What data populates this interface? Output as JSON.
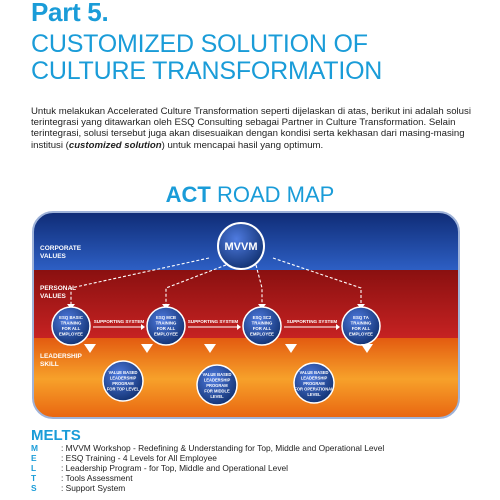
{
  "header": {
    "part": "Part 5.",
    "line1": "CUSTOMIZED SOLUTION OF",
    "line2": "CULTURE TRANSFORMATION"
  },
  "intro": {
    "text_before": "Untuk melakukan Accelerated Culture Transformation seperti dijelaskan di atas, berikut ini adalah solusi terintegrasi yang ditawarkan oleh ESQ Consulting sebagai Partner in Culture Transformation. Selain terintegrasi, solusi tersebut juga akan disesuaikan dengan kondisi serta kekhasan dari masing-masing institusi (",
    "emphasis": "customized solution",
    "text_after": ") untuk mencapai hasil yang optimum."
  },
  "roadmap": {
    "title_bold": "ACT",
    "title_rest": " ROAD MAP"
  },
  "diagram": {
    "colors": {
      "corporate_band": "#1e3f96",
      "personal_band": "#b51d1d",
      "leadership_band": "#f07a18",
      "node": "#1c3f9a",
      "supporting": "#ffffff"
    },
    "bands": {
      "corporate_label_1": "CORPORATE",
      "corporate_label_2": "VALUES",
      "personal_label_1": "PERSONAL",
      "personal_label_2": "VALUES",
      "leadership_label_1": "LEADERSHIP",
      "leadership_label_2": "SKILL"
    },
    "center_node": "MVVM",
    "training_nodes": [
      {
        "l1": "ESQ BASIC",
        "l2": "TRAINING",
        "l3": "FOR ALL",
        "l4": "EMPLOYEE"
      },
      {
        "l1": "ESQ MCB",
        "l2": "TRAINING",
        "l3": "FOR ALL",
        "l4": "EMPLOYEE"
      },
      {
        "l1": "ESQ SC2",
        "l2": "TRAINING",
        "l3": "FOR ALL",
        "l4": "EMPLOYEE"
      },
      {
        "l1": "ESQ TA",
        "l2": "TRAINING",
        "l3": "FOR ALL",
        "l4": "EMPLOYEE"
      }
    ],
    "supporting_label": "SUPPORTING SYSTEM",
    "leadership_nodes": [
      {
        "l1": "VALUE BASED",
        "l2": "LEADERSHIP",
        "l3": "PROGRAM",
        "l4": "FOR TOP LEVEL"
      },
      {
        "l1": "VALUE BASED",
        "l2": "LEADERSHIP",
        "l3": "PROGRAM",
        "l4": "FOR MIDDLE",
        "l5": "LEVEL"
      },
      {
        "l1": "VALUE BASED",
        "l2": "LEADERSHIP",
        "l3": "PROGRAM",
        "l4": "FOR OPERATIONAL",
        "l5": "LEVEL"
      }
    ]
  },
  "melts": {
    "title": "MELTS",
    "items": [
      {
        "letter": "M",
        "text": ": MVVM Workshop - Redefining & Understanding for Top, Middle and Operational Level"
      },
      {
        "letter": "E",
        "text": ": ESQ Training - 4 Levels for All Employee"
      },
      {
        "letter": "L",
        "text": ": Leadership Program - for Top, Middle and Operational Level"
      },
      {
        "letter": "T",
        "text": ": Tools Assessment"
      },
      {
        "letter": "S",
        "text": ": Support System"
      }
    ]
  }
}
